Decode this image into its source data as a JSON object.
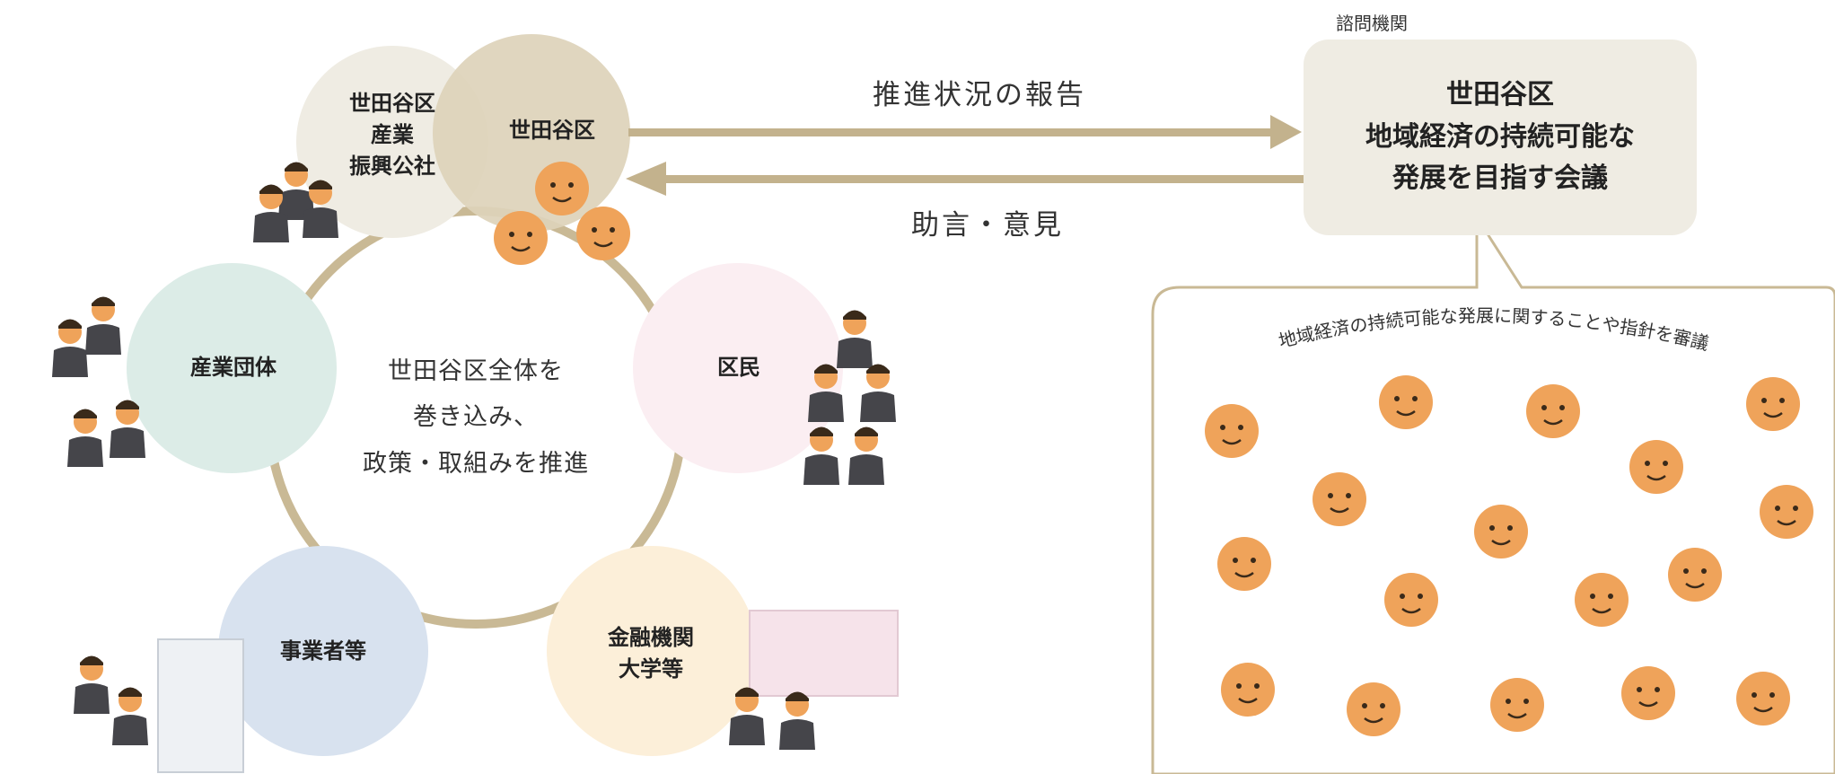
{
  "nodes": {
    "sangyo_koshya": {
      "label_lines": [
        "世田谷区",
        "産業",
        "振興公社"
      ]
    },
    "setagaya": {
      "label": "世田谷区"
    },
    "sangyo_dantai": {
      "label": "産業団体"
    },
    "kumin": {
      "label": "区民"
    },
    "jigyosha": {
      "label": "事業者等"
    },
    "kinyu": {
      "label_lines": [
        "金融機関",
        "大学等"
      ]
    }
  },
  "center": {
    "lines": [
      "世田谷区全体を",
      "巻き込み、",
      "政策・取組みを推進"
    ]
  },
  "arrows": {
    "report": "推進状況の報告",
    "advice": "助言・意見"
  },
  "council": {
    "tag": "諮問機関",
    "lines": [
      "世田谷区",
      "地域経済の持続可能な",
      "発展を目指す会議"
    ]
  },
  "bubble": {
    "caption": "地域経済の持続可能な発展に関することや指針を審議"
  },
  "colors": {
    "ring": "#c9b995",
    "arrow": "#c3b28d",
    "koshya": "#efece3",
    "setagaya": "#dfd4bd",
    "dantai": "#dcece7",
    "kumin": "#fbeef2",
    "jigyosha": "#d8e2ef",
    "kinyu": "#fcefd9",
    "council_box": "#efece3",
    "face": "#efa35a"
  }
}
